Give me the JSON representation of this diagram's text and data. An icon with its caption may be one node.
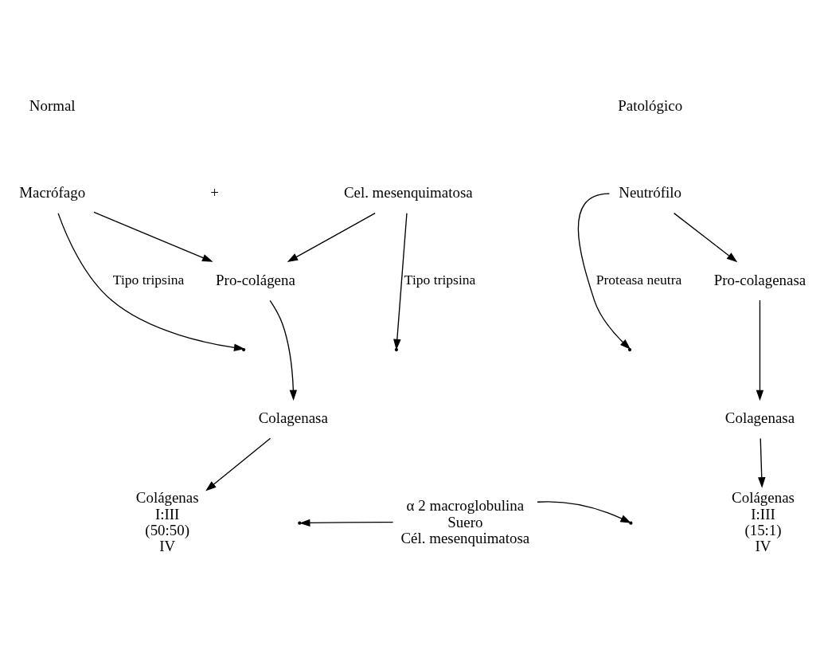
{
  "diagram": {
    "nodes": [
      {
        "text": [
          "Macrófago"
        ]
      },
      {
        "text": [
          "Cel. mesenquimatosa"
        ]
      },
      {
        "text": [
          "Pro-colágena"
        ]
      },
      {
        "text": [
          "Colagenasa"
        ]
      },
      {
        "text": [
          "Colágenas",
          "I:III",
          "(50:50)",
          "IV"
        ]
      },
      {
        "text": [
          "Neutrófilo"
        ]
      },
      {
        "text": [
          "Pro-colagenasa"
        ]
      },
      {
        "text": [
          "Colagenasa"
        ]
      },
      {
        "text": [
          "Colágenas",
          "I:III",
          "(15:1)",
          "IV"
        ]
      },
      {
        "text": [
          "α 2 macroglobulina"
        ],
        "beside": [
          "Suero",
          "Cél. mesenquimatosa"
        ]
      }
    ],
    "edges": [
      {
        "from": 0,
        "to": 2,
        "arrow": "to"
      },
      {
        "from": 1,
        "to": 2,
        "arrow": "to"
      },
      {
        "from": 0,
        "to": null,
        "arrow": "to",
        "label": "Tipo tripsina"
      },
      {
        "from": 1,
        "to": null,
        "arrow": "to",
        "label": "Tipo tripsina"
      },
      {
        "from": 2,
        "to": 3,
        "arrow": "to"
      },
      {
        "from": 3,
        "to": 4,
        "arrow": "to"
      },
      {
        "from": 5,
        "to": 6,
        "arrow": "to"
      },
      {
        "from": 5,
        "to": null,
        "arrow": "to",
        "label": "Proteasa neutra"
      },
      {
        "from": 6,
        "to": 7,
        "arrow": "to"
      },
      {
        "from": 7,
        "to": 8,
        "arrow": "to"
      },
      {
        "from": 9,
        "to": null,
        "arrow": "to"
      },
      {
        "from": 9,
        "to": null,
        "arrow": "to"
      }
    ],
    "labels": [
      "Normal",
      "Patológico",
      "+"
    ]
  }
}
